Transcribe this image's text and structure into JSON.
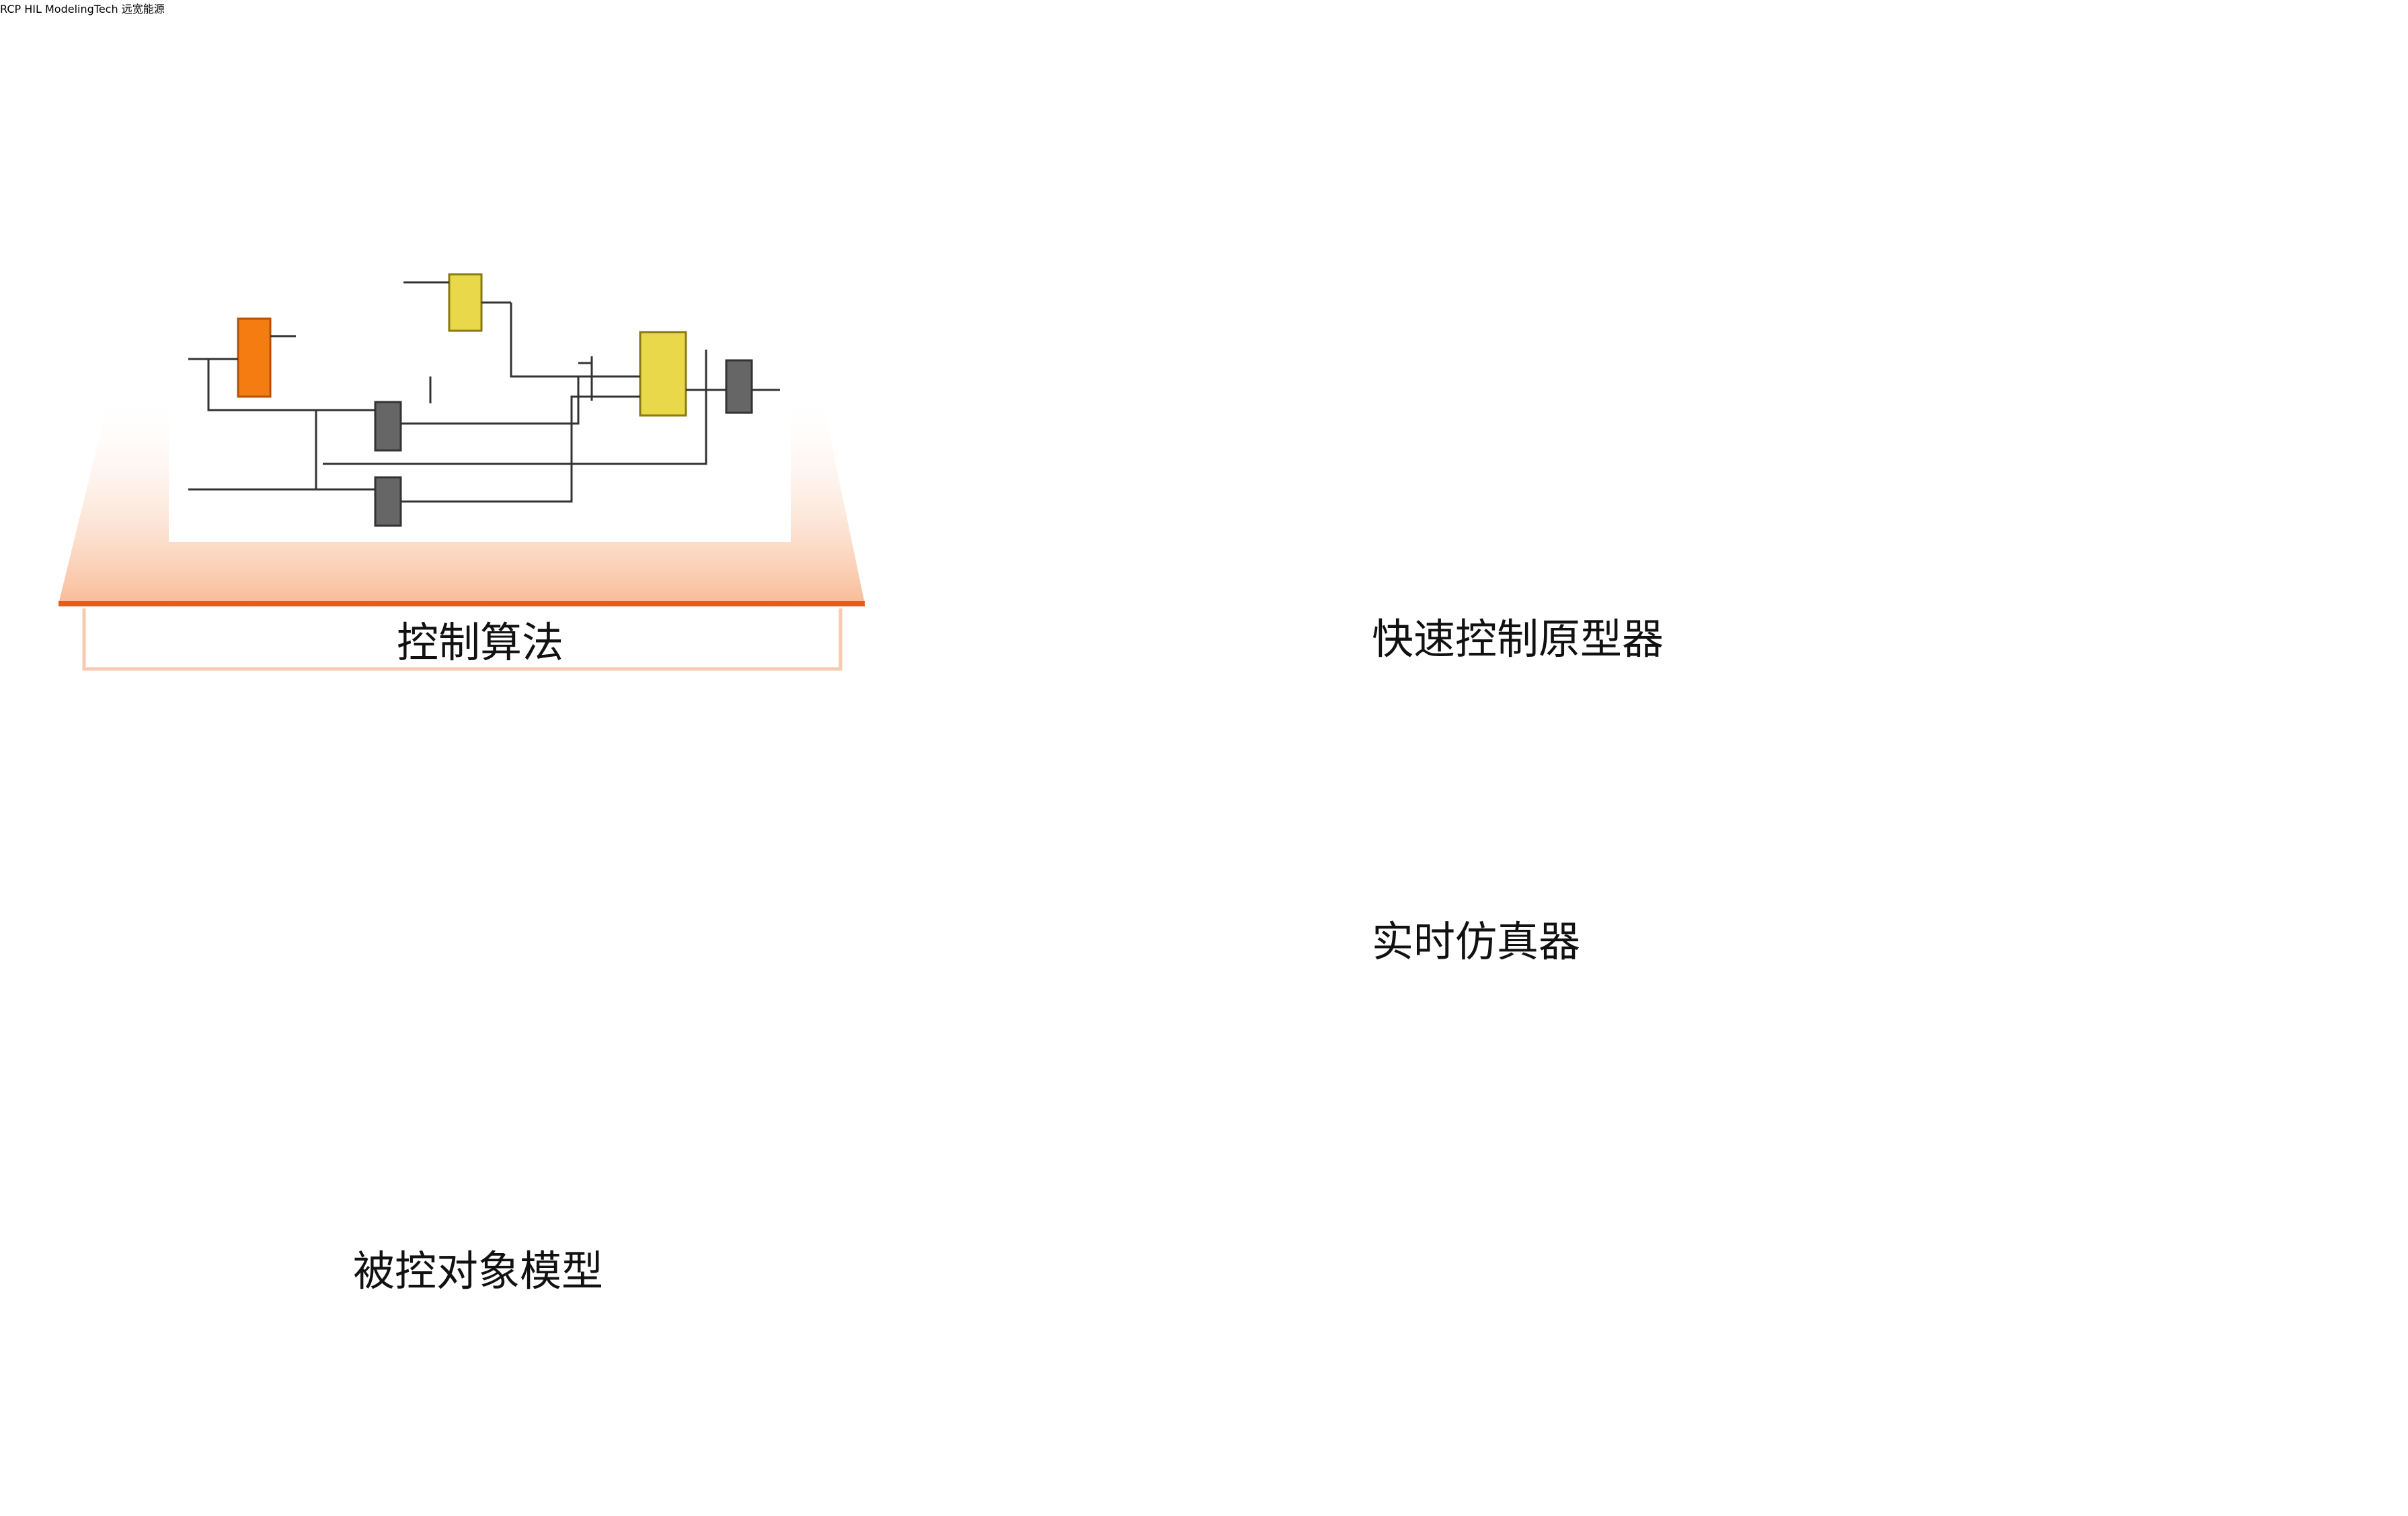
{
  "labels": {
    "control_algorithm": "控制算法",
    "plant_model": "被控对象模型",
    "rcp_device": "快速控制原型器",
    "hil_device": "实时仿真器"
  },
  "icons": {
    "rcp": {
      "name": "rcp-app-icon",
      "text": "RCP",
      "color": "#ef5a12"
    },
    "hil": {
      "name": "hil-app-icon",
      "text": "HIL",
      "color": "#1a7fd0"
    }
  },
  "cabinet": {
    "brand": "ModelingTech",
    "brand_cn": "远宽能源"
  },
  "colors": {
    "orange": "#f07a22",
    "blue": "#1aa3e0",
    "dash": "#cfcfcf"
  }
}
